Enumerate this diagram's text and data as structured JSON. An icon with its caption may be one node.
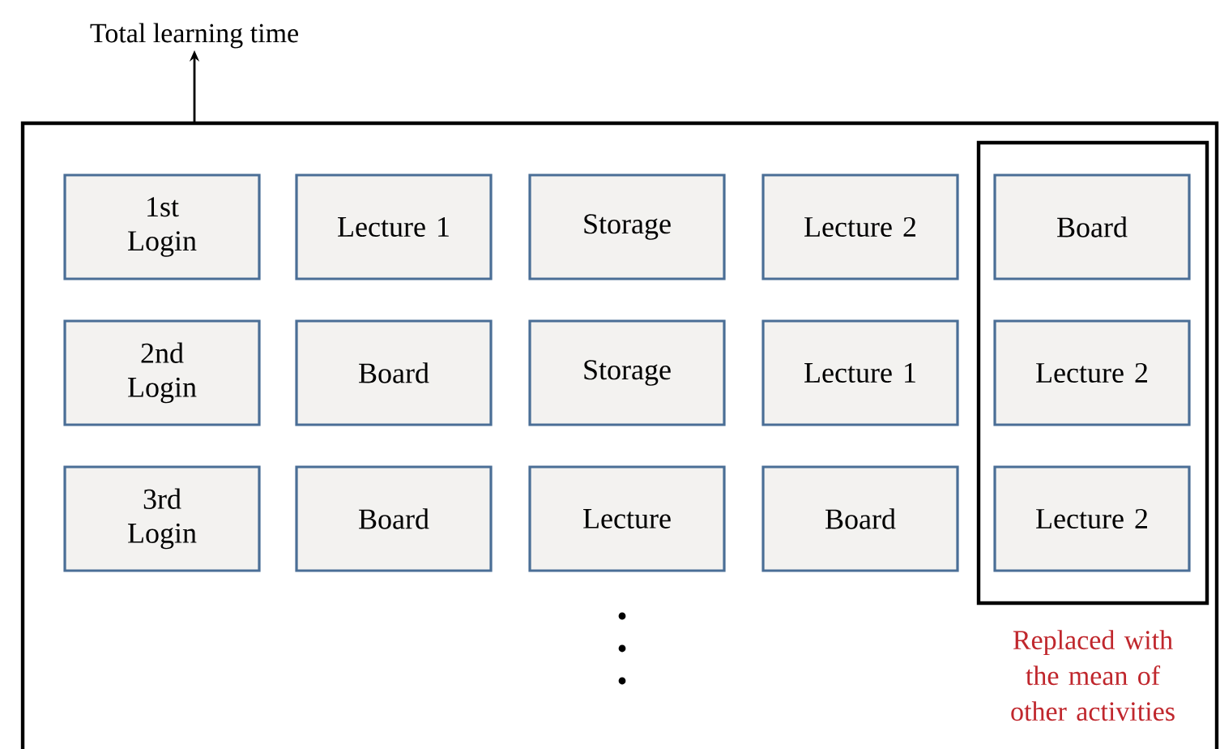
{
  "diagram": {
    "nodes": [
      {
        "text": [
          "Total learning time"
        ]
      },
      {
        "text": [],
        "shape": "box"
      },
      {
        "text": [],
        "shape": "box",
        "in": 1,
        "beside": [
          "Replaced with the mean of other activities"
        ]
      },
      {
        "text": [
          "1st Login"
        ],
        "in": 1
      },
      {
        "text": [
          "Lecture 1"
        ],
        "in": 1
      },
      {
        "text": [
          "Storage"
        ],
        "in": 1
      },
      {
        "text": [
          "Lecture 2"
        ],
        "in": 1
      },
      {
        "text": [
          "Board"
        ],
        "in": 2
      },
      {
        "text": [
          "2nd Login"
        ],
        "in": 1
      },
      {
        "text": [
          "Board"
        ],
        "in": 1
      },
      {
        "text": [
          "Storage"
        ],
        "in": 1
      },
      {
        "text": [
          "Lecture 1"
        ],
        "in": 1
      },
      {
        "text": [
          "Lecture 2"
        ],
        "in": 2
      },
      {
        "text": [
          "3rd Login"
        ],
        "in": 1
      },
      {
        "text": [
          "Board"
        ],
        "in": 1
      },
      {
        "text": [
          "Lecture"
        ],
        "in": 1
      },
      {
        "text": [
          "Board"
        ],
        "in": 1
      },
      {
        "text": [
          "Lecture 2"
        ],
        "in": 2
      }
    ],
    "edges": [
      {
        "from": 1,
        "to": 0,
        "arrow": "to"
      }
    ]
  }
}
